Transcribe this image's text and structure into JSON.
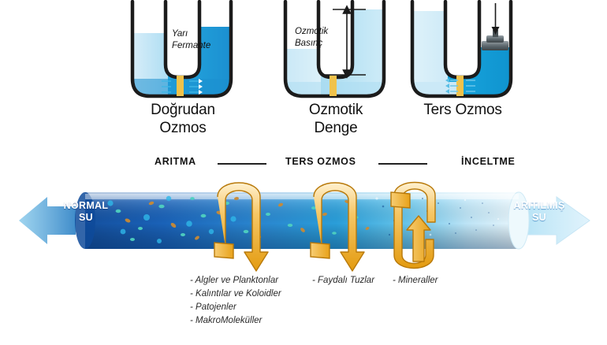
{
  "diagram": {
    "title_implicit": "Ters Ozmos (Reverse Osmosis) Şeması",
    "background_color": "#ffffff"
  },
  "beakers": [
    {
      "id": "dogrudan-ozmos",
      "caption": "Doğrudan\nOzmos",
      "inner_label": "Yarı\nFermante",
      "membrane_color": "#f0c24b",
      "water_color_dark": "#2196d6",
      "water_color_light": "#bfe3f5",
      "has_piston": false,
      "has_pressure_arrow": false,
      "has_flow_arrows": true
    },
    {
      "id": "ozmotik-denge",
      "caption": "Ozmotik\nDenge",
      "inner_label": "Ozmotik\nBasınç",
      "membrane_color": "#f0c24b",
      "water_color_dark": "#9fd4ea",
      "water_color_light": "#d8eef8",
      "has_piston": false,
      "has_pressure_arrow": true,
      "has_flow_arrows": false
    },
    {
      "id": "ters-ozmos",
      "caption": "Ters Ozmos",
      "inner_label": "",
      "membrane_color": "#f0c24b",
      "water_color_dark": "#1ba3dd",
      "water_color_light": "#d8eef8",
      "has_piston": true,
      "has_pressure_arrow": false,
      "has_flow_arrows": true
    }
  ],
  "stages": {
    "left": "ARITMA",
    "center": "TERS OZMOS",
    "right": "İNCELTME"
  },
  "tube": {
    "inlet_label": "NORMAL\nSU",
    "outlet_label": "ARITILMIŞ\nSU",
    "color_inlet": "#1457b8",
    "color_outlet": "#e8f5fc",
    "arrow_color": "#f0a623",
    "rings": [
      {
        "id": "ring-1",
        "direction": "down"
      },
      {
        "id": "ring-2",
        "direction": "down"
      },
      {
        "id": "ring-3",
        "direction": "up"
      }
    ]
  },
  "legend": {
    "column_1": [
      "- Algler ve Planktonlar",
      "- Kalıntılar ve Koloidler",
      "- Patojenler",
      "- MakroMoleküller"
    ],
    "column_2": [
      "- Faydalı Tuzlar"
    ],
    "column_3": [
      "- Mineraller"
    ]
  }
}
